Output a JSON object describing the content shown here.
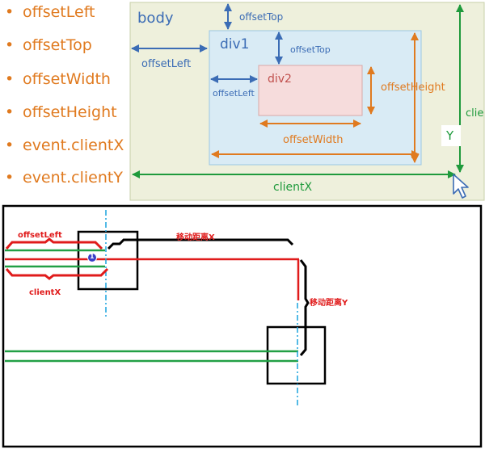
{
  "properties_list": [
    "offsetLeft",
    "offsetTop",
    "offsetWidth",
    "offsetHeight",
    "event.clientX",
    "event.clientY"
  ],
  "top_diagram": {
    "body_label": "body",
    "div1_label": "div1",
    "div2_label": "div2",
    "offsetTop_outer": "offsetTop",
    "offsetTop_inner": "offsetTop",
    "offsetLeft_outer": "offsetLeft",
    "offsetLeft_inner": "offsetLeft",
    "offsetWidth": "offsetWidth",
    "offsetHeight": "offsetHeight",
    "clientX": "clientX",
    "y_label": "Y",
    "client_partial": "clie"
  },
  "bottom_diagram": {
    "offsetLeft": "offsetLeft",
    "clientX": "clientX",
    "move_x": "移动距离X",
    "move_y": "移动距离Y",
    "marker": "1"
  },
  "colors": {
    "body_bg": "#eef0dc",
    "div1_bg": "#d9ebf5",
    "div2_bg": "#f6dcdc",
    "blue": "#3b6cb5",
    "orange": "#e07a1f",
    "green": "#1f9a3c",
    "red": "#e01b1b"
  }
}
